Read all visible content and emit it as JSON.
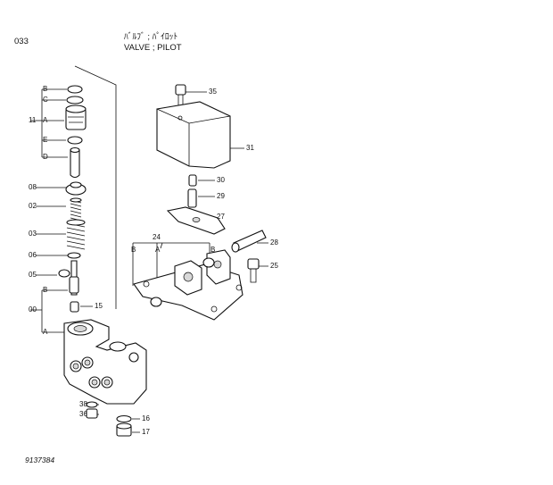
{
  "header": {
    "page_code": "033",
    "title_jp": "ﾊﾞﾙﾌﾞ ; ﾊﾟｲﾛｯﾄ",
    "title_en": "VALVE ; PILOT"
  },
  "footer": {
    "drawing_id": "9137384"
  },
  "callouts": {
    "n35": "35",
    "n31": "31",
    "n30": "30",
    "n29": "29",
    "n27": "27",
    "n28": "28",
    "n25": "25",
    "n24": "24",
    "n15": "15",
    "n38": "38",
    "n36": "36",
    "n16": "16",
    "n17": "17",
    "n11": "11",
    "n08": "08",
    "n02": "02",
    "n03": "03",
    "n06": "06",
    "n05": "05",
    "n00": "00"
  },
  "letters": {
    "lB1": "B",
    "lC": "C",
    "lA1": "A",
    "lE": "E",
    "lD": "D",
    "lB2": "B",
    "lA2": "A",
    "lB3": "B",
    "lA3": "A",
    "lB4": "B"
  }
}
